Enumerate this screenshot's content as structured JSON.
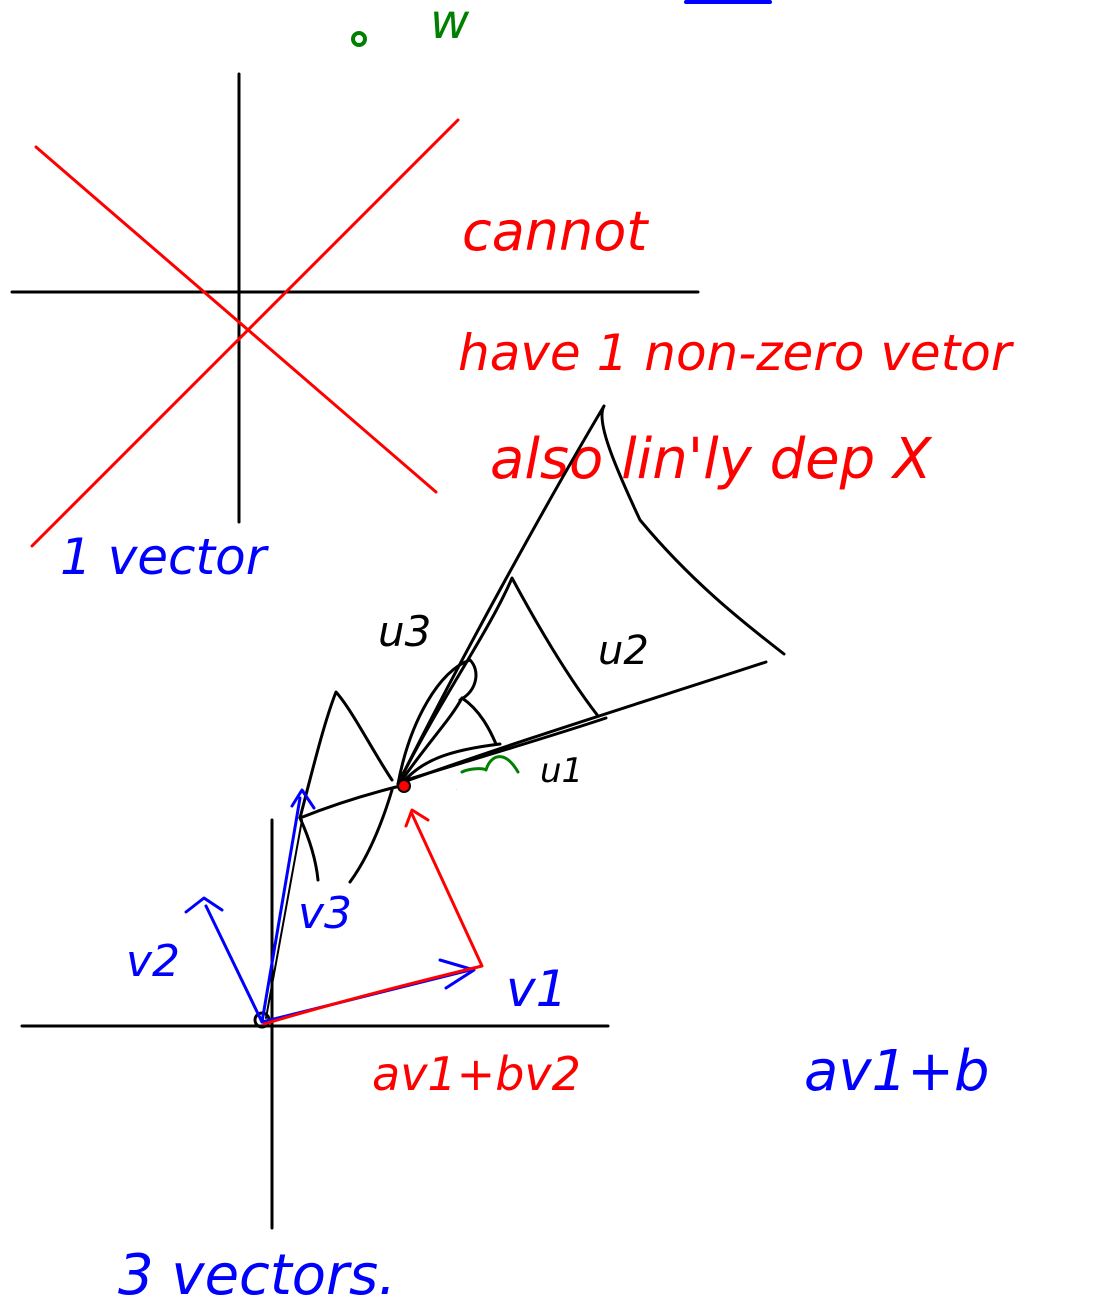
{
  "colors": {
    "black": "#000000",
    "red": "#ff0000",
    "blue": "#0000ff",
    "green": "#008000"
  },
  "top": {
    "w_label": "w"
  },
  "lines_sketch": {
    "cannot": "cannot",
    "have_one_nonzero": "have 1 non-zero vetor",
    "also_linly_dep": "also lin'ly dep X",
    "one_vector": "1 vector"
  },
  "cone_sketch": {
    "u3": "u3",
    "u2": "u2",
    "u1": "u1",
    "w": "w"
  },
  "vectors_sketch": {
    "v1": "v1",
    "v2": "v2",
    "v3": "v3",
    "combo_red": "av1+bv2",
    "combo_blue": "av1+b",
    "three_vectors": "3 vectors."
  }
}
